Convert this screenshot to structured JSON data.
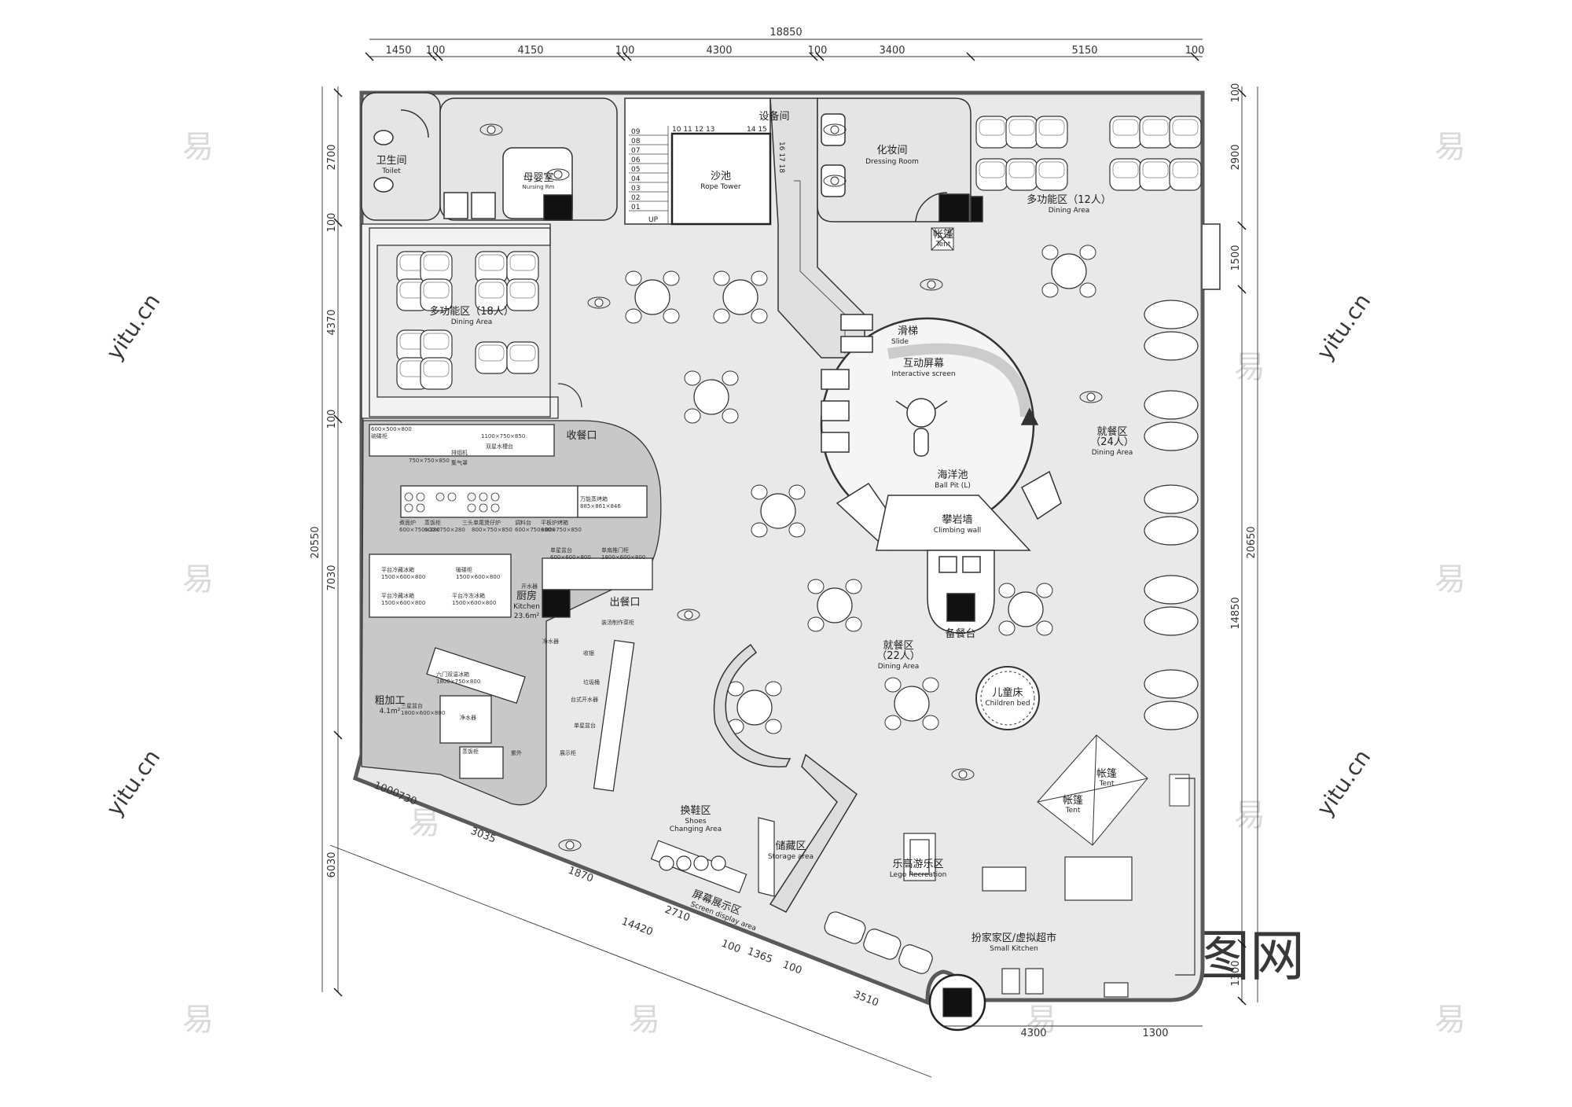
{
  "colors": {
    "floor": "#e9e9e9",
    "kitchen": "#c8c8c8",
    "wall": "#5a5a5a",
    "line": "#333333",
    "watermark": "#d6d6d6",
    "fill_black": "#111111"
  },
  "watermark": {
    "glyph": "易",
    "brand": "yitu.cn",
    "logo": "易图网"
  },
  "dimensions": {
    "top_total": "18850",
    "top_segments": [
      "1450",
      "100",
      "4150",
      "100",
      "4300",
      "100",
      "3400",
      "5150",
      "100"
    ],
    "top_segment_100_mid": "100",
    "left_total": "20550",
    "left_segments": [
      "2700",
      "100",
      "4370",
      "100",
      "7030",
      "6030"
    ],
    "right_total": "20650",
    "right_segments": [
      "100",
      "2900",
      "1500",
      "14850",
      "1300"
    ],
    "bottom_segments": [
      "4300",
      "1300"
    ],
    "diagonal_segments": [
      "1000",
      "730",
      "3035",
      "1870",
      "14420",
      "2710",
      "100",
      "1365",
      "100",
      "3510"
    ]
  },
  "stairs": {
    "left_numbers": [
      "09",
      "08",
      "07",
      "06",
      "05",
      "04",
      "03",
      "02",
      "01"
    ],
    "top_numbers": "10 11 12 13",
    "top_right": "14 15",
    "side": "16 17 18",
    "up": "UP"
  },
  "rooms": {
    "toilet": {
      "zh": "卫生间",
      "en": "Toilet"
    },
    "nursing": {
      "zh": "母婴室",
      "en": "Nursing Rm"
    },
    "equipment": {
      "zh": "设备间"
    },
    "rope": {
      "zh": "沙池",
      "en": "Rope Tower"
    },
    "dressing": {
      "zh": "化妆间",
      "en": "Dressing Room"
    },
    "dining12": {
      "zh": "多功能区（12人）",
      "en": "Dining Area"
    },
    "dining18": {
      "zh": "多功能区（18人）",
      "en": "Dining Area"
    },
    "tent_top": {
      "zh": "帐篷",
      "en": "Tent"
    },
    "slide": {
      "zh": "滑梯",
      "en": "Slide"
    },
    "interactive": {
      "zh": "互动屏幕",
      "en": "Interactive screen"
    },
    "ballpit": {
      "zh": "海洋池",
      "en": "Ball Pit (L)"
    },
    "climbing": {
      "zh": "攀岩墙",
      "en": "Climbing wall"
    },
    "prep_counter": {
      "zh": "备餐台"
    },
    "dining24": {
      "zh": "就餐区",
      "zh2": "（24人）",
      "en": "Dining Area"
    },
    "dining22": {
      "zh": "就餐区",
      "zh2": "（22人）",
      "en": "Dining Area"
    },
    "children_bed": {
      "zh": "儿童床",
      "en": "Children bed"
    },
    "tent_right": {
      "zh": "帐篷",
      "en": "Tent"
    },
    "tent_right2": {
      "zh": "帐篷",
      "en": "Tent"
    },
    "kitchen": {
      "zh": "厨房",
      "en": "Kitchen",
      "area": "23.6m²"
    },
    "rough": {
      "zh": "粗加工",
      "area": "4.1m²"
    },
    "collect": {
      "zh": "收餐口"
    },
    "serve": {
      "zh": "出餐口"
    },
    "shoes": {
      "zh": "换鞋区",
      "en": "Shoes",
      "en2": "Changing Area"
    },
    "storage": {
      "zh": "储藏区",
      "en": "Storage area"
    },
    "screen": {
      "zh": "屏幕展示区",
      "en": "Screen display area"
    },
    "lego": {
      "zh": "乐高游乐区",
      "en": "Lego Recreation"
    },
    "small_kitchen": {
      "zh": "扮家家区/虚拟超市",
      "en": "Small Kitchen"
    }
  },
  "kitchen_labels": [
    "600×500×800",
    "碗碟柜",
    "750×750×850",
    "排烟机",
    "集气罩",
    "1100×750×850",
    "双星水槽台",
    "煮面炉",
    "600×750×280",
    "蒸饭柜",
    "600×750×280",
    "三头单尾煲仔炉",
    "800×750×850",
    "调料台",
    "600×750×800",
    "平板炉烤箱",
    "600×750×850",
    "万能蒸烤箱",
    "885×861×846",
    "单星盆台",
    "600×600×800",
    "单扇推门柜",
    "1800×600×800",
    "平台冷藏冰箱",
    "1500×600×800",
    "暖碟柜",
    "1500×600×800",
    "平台冷藏冰箱",
    "1500×600×800",
    "平台冷冻冰箱",
    "1500×600×800",
    "开水器",
    "装汤制作菜柜",
    "净水器",
    "收银",
    "垃圾桶",
    "台式开水器",
    "单星盆台",
    "展示柜",
    "紫外",
    "六门双温冰箱",
    "1800×750×800",
    "三星盆台",
    "1800×600×800",
    "净水器",
    "蒸饭柜"
  ]
}
